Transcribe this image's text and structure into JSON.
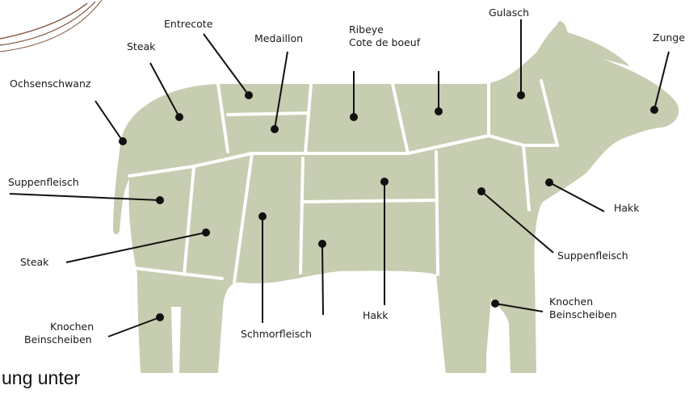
{
  "diagram": {
    "colors": {
      "body": "#c6cdb0",
      "cut_lines": "#ffffff",
      "leader": "#111111",
      "ornament": "#7a4f35"
    },
    "labels": {
      "entrecote": "Entrecote",
      "steak_top": "Steak",
      "medaillon": "Medaillon",
      "ribeye_1": "Ribeye",
      "ribeye_2": "Cote de boeuf",
      "gulasch": "Gulasch",
      "zunge": "Zunge",
      "ochsenschwanz": "Ochsenschwanz",
      "suppenfleisch_left": "Suppenfleisch",
      "steak_left": "Steak",
      "knochen_left_1": "Knochen",
      "knochen_left_2": "Beinscheiben",
      "schmorfleisch": "Schmorfleisch",
      "hakk_bottom": "Hakk",
      "hakk_right": "Hakk",
      "suppenfleisch_right": "Suppenfleisch",
      "knochen_right_1": "Knochen",
      "knochen_right_2": "Beinscheiben"
    },
    "bottom_fragment": "ung unter"
  }
}
